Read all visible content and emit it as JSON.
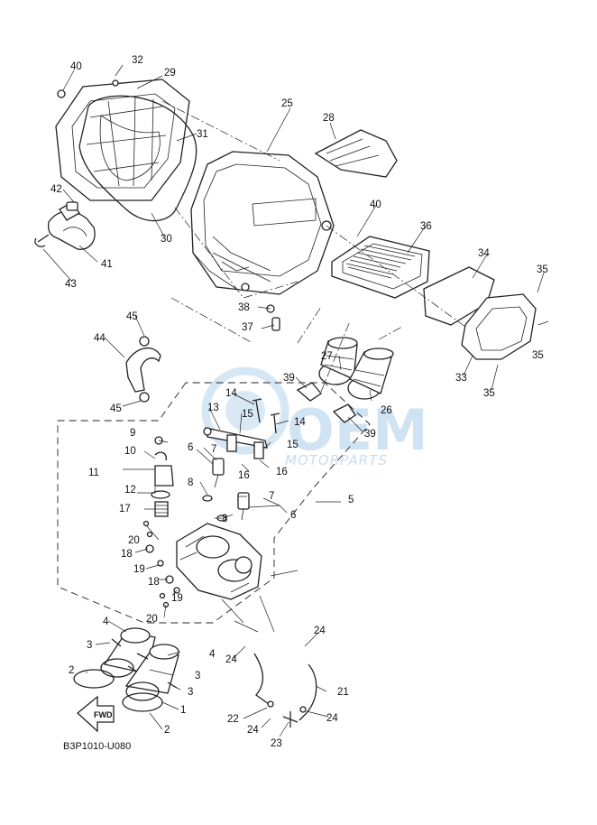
{
  "diagram": {
    "code": "B3P1010-U080",
    "fwd_label": "FWD",
    "watermark": {
      "brand": "OEM",
      "sub": "MOTORPARTS"
    },
    "callouts": [
      {
        "id": "c40a",
        "text": "40"
      },
      {
        "id": "c32",
        "text": "32"
      },
      {
        "id": "c29",
        "text": "29"
      },
      {
        "id": "c31",
        "text": "31"
      },
      {
        "id": "c42",
        "text": "42"
      },
      {
        "id": "c30",
        "text": "30"
      },
      {
        "id": "c41",
        "text": "41"
      },
      {
        "id": "c43",
        "text": "43"
      },
      {
        "id": "c25",
        "text": "25"
      },
      {
        "id": "c28",
        "text": "28"
      },
      {
        "id": "c40b",
        "text": "40"
      },
      {
        "id": "c36",
        "text": "36"
      },
      {
        "id": "c34",
        "text": "34"
      },
      {
        "id": "c35a",
        "text": "35"
      },
      {
        "id": "c35b",
        "text": "35"
      },
      {
        "id": "c35c",
        "text": "35"
      },
      {
        "id": "c33",
        "text": "33"
      },
      {
        "id": "c38",
        "text": "38"
      },
      {
        "id": "c37",
        "text": "37"
      },
      {
        "id": "c45a",
        "text": "45"
      },
      {
        "id": "c44",
        "text": "44"
      },
      {
        "id": "c45b",
        "text": "45"
      },
      {
        "id": "c27",
        "text": "27"
      },
      {
        "id": "c39a",
        "text": "39"
      },
      {
        "id": "c26",
        "text": "26"
      },
      {
        "id": "c39b",
        "text": "39"
      },
      {
        "id": "c14a",
        "text": "14"
      },
      {
        "id": "c14b",
        "text": "14"
      },
      {
        "id": "c13",
        "text": "13"
      },
      {
        "id": "c15a",
        "text": "15"
      },
      {
        "id": "c15b",
        "text": "15"
      },
      {
        "id": "c9",
        "text": "9"
      },
      {
        "id": "c10",
        "text": "10"
      },
      {
        "id": "c6a",
        "text": "6"
      },
      {
        "id": "c7a",
        "text": "7"
      },
      {
        "id": "c16a",
        "text": "16"
      },
      {
        "id": "c16b",
        "text": "16"
      },
      {
        "id": "c11",
        "text": "11"
      },
      {
        "id": "c12",
        "text": "12"
      },
      {
        "id": "c8a",
        "text": "8"
      },
      {
        "id": "c5",
        "text": "5"
      },
      {
        "id": "c7b",
        "text": "7"
      },
      {
        "id": "c6b",
        "text": "6"
      },
      {
        "id": "c17",
        "text": "17"
      },
      {
        "id": "c8b",
        "text": "8"
      },
      {
        "id": "c20a",
        "text": "20"
      },
      {
        "id": "c18a",
        "text": "18"
      },
      {
        "id": "c19a",
        "text": "19"
      },
      {
        "id": "c18b",
        "text": "18"
      },
      {
        "id": "c19b",
        "text": "19"
      },
      {
        "id": "c20b",
        "text": "20"
      },
      {
        "id": "c4a",
        "text": "4"
      },
      {
        "id": "c3a",
        "text": "3"
      },
      {
        "id": "c4b",
        "text": "4"
      },
      {
        "id": "c2a",
        "text": "2"
      },
      {
        "id": "c3b",
        "text": "3"
      },
      {
        "id": "c3c",
        "text": "3"
      },
      {
        "id": "c1",
        "text": "1"
      },
      {
        "id": "c2b",
        "text": "2"
      },
      {
        "id": "c24a",
        "text": "24"
      },
      {
        "id": "c24b",
        "text": "24"
      },
      {
        "id": "c21",
        "text": "21"
      },
      {
        "id": "c22",
        "text": "22"
      },
      {
        "id": "c24c",
        "text": "24"
      },
      {
        "id": "c24d",
        "text": "24"
      },
      {
        "id": "c23",
        "text": "23"
      }
    ]
  }
}
